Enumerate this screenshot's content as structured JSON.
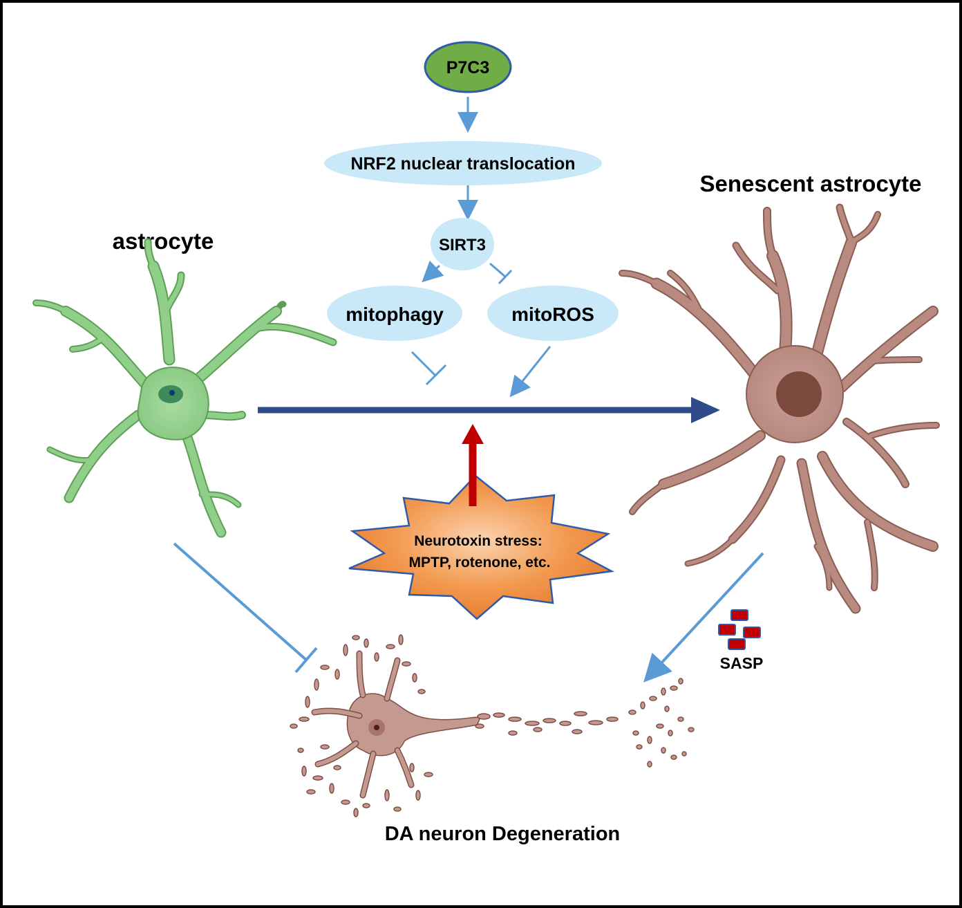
{
  "nodes": {
    "p7c3": "P7C3",
    "nrf2": "NRF2 nuclear translocation",
    "sirt3": "SIRT3",
    "mitophagy": "mitophagy",
    "mitoros": "mitoROS"
  },
  "labels": {
    "astrocyte": "astrocyte",
    "senescent": "Senescent astrocyte",
    "stress_line1": "Neurotoxin stress:",
    "stress_line2": "MPTP, rotenone, etc.",
    "sasp": "SASP",
    "neuron": "DA neuron Degeneration"
  },
  "colors": {
    "p7c3_fill": "#70ad47",
    "ellipse_fill": "#c9e8f8",
    "connector": "#5b9bd5",
    "main_arrow": "#2f4b8a",
    "stress_arrow": "#c00000",
    "astrocyte_fill": "#8fcf8a",
    "senescent_fill": "#b98a80",
    "neuron_fill": "#c49a90",
    "star_fill": "#f08a3c",
    "sasp_fill": "#c00000"
  }
}
